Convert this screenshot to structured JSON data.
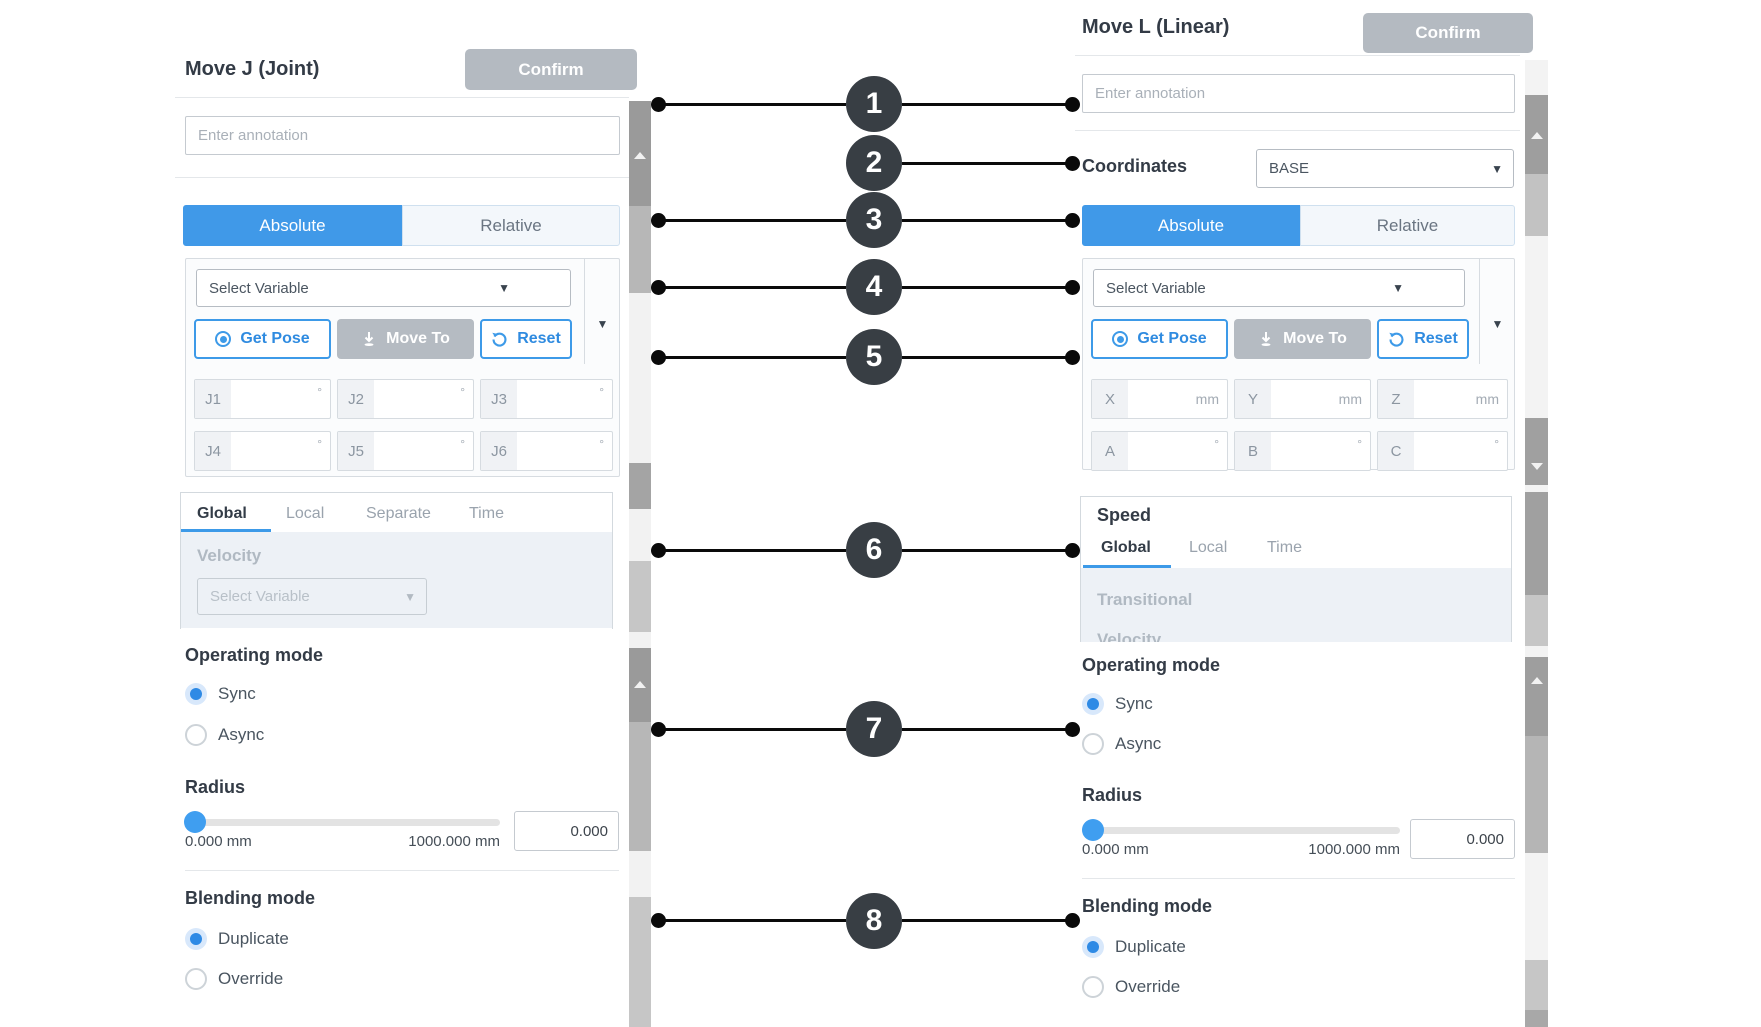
{
  "icons": {
    "caret_down": "▼"
  },
  "callout_numbers": [
    "1",
    "2",
    "3",
    "4",
    "5",
    "6",
    "7",
    "8"
  ],
  "left_panel": {
    "title": "Move J (Joint)",
    "confirm_label": "Confirm",
    "annotation_placeholder": "Enter annotation",
    "tab_absolute": "Absolute",
    "tab_relative": "Relative",
    "pose": {
      "select_variable_placeholder": "Select Variable",
      "get_pose_label": "Get Pose",
      "move_to_label": "Move To",
      "reset_label": "Reset",
      "fields": [
        {
          "label": "J1",
          "unit": "°"
        },
        {
          "label": "J2",
          "unit": "°"
        },
        {
          "label": "J3",
          "unit": "°"
        },
        {
          "label": "J4",
          "unit": "°"
        },
        {
          "label": "J5",
          "unit": "°"
        },
        {
          "label": "J6",
          "unit": "°"
        }
      ]
    },
    "speed": {
      "tabs": [
        "Global",
        "Local",
        "Separate",
        "Time"
      ],
      "active_tab": "Global",
      "velocity_label": "Velocity",
      "velocity_placeholder": "Select Variable"
    },
    "operating_mode": {
      "label": "Operating mode",
      "option_sync": "Sync",
      "option_async": "Async",
      "selected": "Sync"
    },
    "radius": {
      "label": "Radius",
      "min_label": "0.000 mm",
      "max_label": "1000.000 mm",
      "value": "0.000"
    },
    "blending_mode": {
      "label": "Blending mode",
      "option_duplicate": "Duplicate",
      "option_override": "Override",
      "selected": "Duplicate"
    }
  },
  "right_panel": {
    "title": "Move L (Linear)",
    "confirm_label": "Confirm",
    "annotation_placeholder": "Enter annotation",
    "coordinates_label": "Coordinates",
    "coordinates_value": "BASE",
    "tab_absolute": "Absolute",
    "tab_relative": "Relative",
    "pose": {
      "select_variable_placeholder": "Select Variable",
      "get_pose_label": "Get Pose",
      "move_to_label": "Move To",
      "reset_label": "Reset",
      "fields": [
        {
          "label": "X",
          "unit": "mm"
        },
        {
          "label": "Y",
          "unit": "mm"
        },
        {
          "label": "Z",
          "unit": "mm"
        },
        {
          "label": "A",
          "unit": "°"
        },
        {
          "label": "B",
          "unit": "°"
        },
        {
          "label": "C",
          "unit": "°"
        }
      ]
    },
    "speed": {
      "title": "Speed",
      "tabs": [
        "Global",
        "Local",
        "Time"
      ],
      "active_tab": "Global",
      "transitional_label": "Transitional",
      "clipped_label": "Velocity"
    },
    "operating_mode": {
      "label": "Operating mode",
      "option_sync": "Sync",
      "option_async": "Async",
      "selected": "Sync"
    },
    "radius": {
      "label": "Radius",
      "min_label": "0.000 mm",
      "max_label": "1000.000 mm",
      "value": "0.000"
    },
    "blending_mode": {
      "label": "Blending mode",
      "option_duplicate": "Duplicate",
      "option_override": "Override",
      "selected": "Duplicate"
    }
  }
}
